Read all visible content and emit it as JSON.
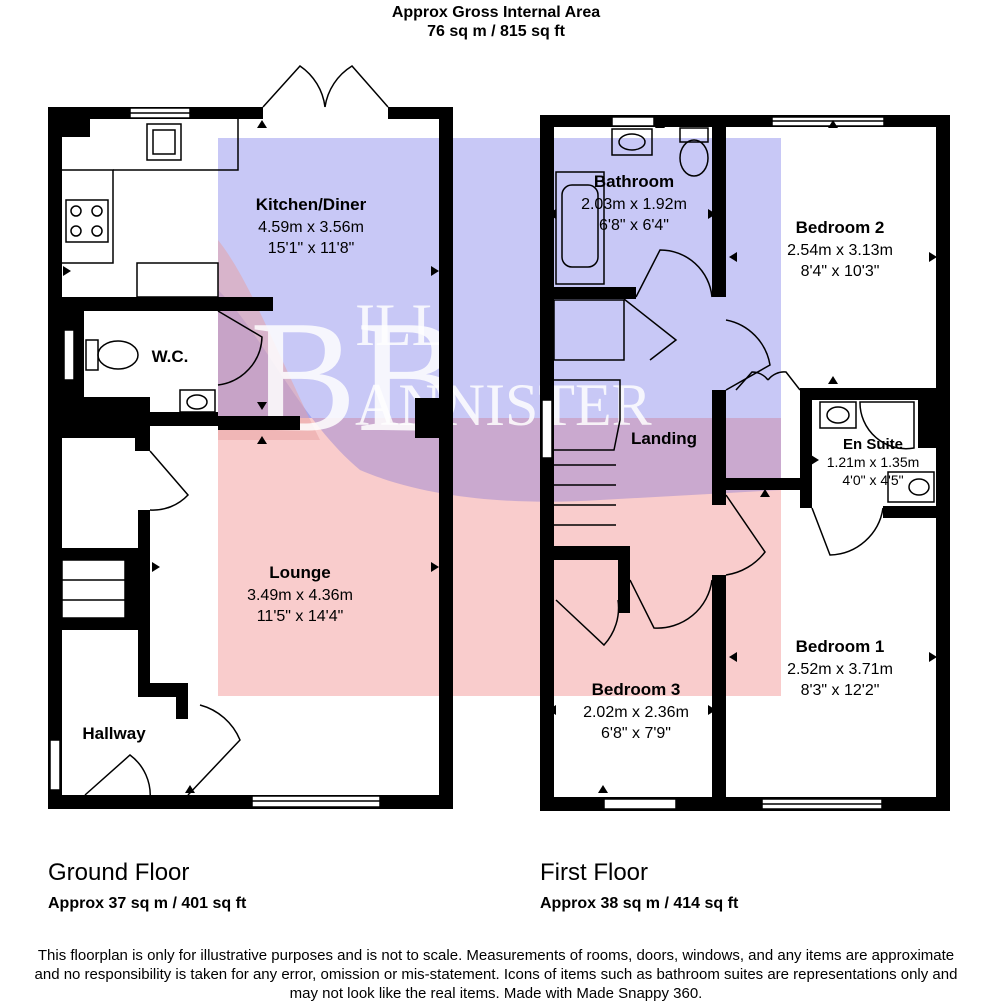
{
  "header": {
    "line1": "Approx Gross Internal Area",
    "line2": "76 sq m / 815 sq ft"
  },
  "watermark": {
    "brand_top": "ILL",
    "brand_bottom": "ANNISTER",
    "initials": "BB"
  },
  "colors": {
    "wall": "#000000",
    "overlay_blue": "#c8c8f6",
    "overlay_red": "#f9cccc",
    "dark_blue": "#3f3fd8",
    "fixture": "#555555"
  },
  "ground_floor": {
    "title": "Ground Floor",
    "area": "Approx 37 sq m / 401 sq ft",
    "rooms": [
      {
        "name": "Kitchen/Diner",
        "metric": "4.59m x 3.56m",
        "imperial": "15'1\" x 11'8\""
      },
      {
        "name": "W.C.",
        "metric": "",
        "imperial": ""
      },
      {
        "name": "Lounge",
        "metric": "3.49m x 4.36m",
        "imperial": "11'5\" x 14'4\""
      },
      {
        "name": "Hallway",
        "metric": "",
        "imperial": ""
      }
    ]
  },
  "first_floor": {
    "title": "First Floor",
    "area": "Approx 38 sq m / 414 sq ft",
    "rooms": [
      {
        "name": "Bathroom",
        "metric": "2.03m x 1.92m",
        "imperial": "6'8\" x 6'4\""
      },
      {
        "name": "Bedroom 2",
        "metric": "2.54m x 3.13m",
        "imperial": "8'4\" x 10'3\""
      },
      {
        "name": "Landing",
        "metric": "",
        "imperial": ""
      },
      {
        "name": "En Suite",
        "metric": "1.21m x 1.35m",
        "imperial": "4'0\" x 4'5\""
      },
      {
        "name": "Bedroom 1",
        "metric": "2.52m x 3.71m",
        "imperial": "8'3\" x 12'2\""
      },
      {
        "name": "Bedroom 3",
        "metric": "2.02m x 2.36m",
        "imperial": "6'8\" x 7'9\""
      }
    ]
  },
  "disclaimer": {
    "line1": "This floorplan is only for illustrative purposes and is not to scale. Measurements of rooms, doors, windows, and any items are approximate",
    "line2": "and no responsibility is taken for any error, omission or mis-statement. Icons of items such as bathroom suites are representations only and",
    "line3": "may not look like the real items. Made with Made Snappy 360."
  }
}
